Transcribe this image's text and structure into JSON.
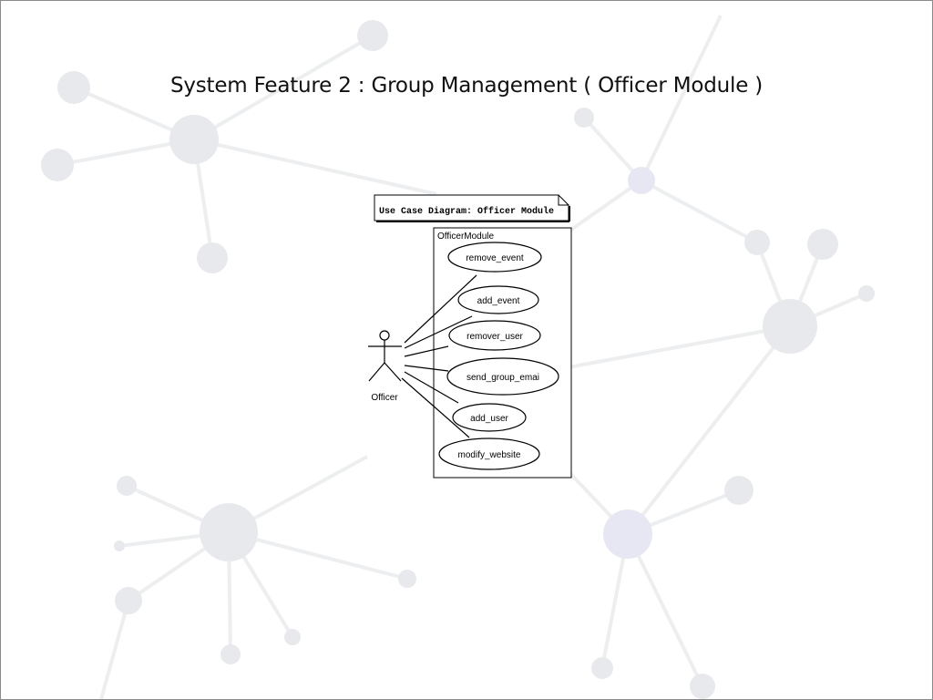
{
  "slide": {
    "title": "System Feature 2 : Group Management ( Officer Module )"
  },
  "diagram": {
    "note_label": "Use Case Diagram: Officer Module",
    "system_boundary_label": "OfficerModule",
    "actor": {
      "label": "Officer",
      "icon": "stick-figure-icon"
    },
    "use_cases": [
      {
        "label": "remove_event"
      },
      {
        "label": "add_event"
      },
      {
        "label": "remover_user"
      },
      {
        "label": "send_group_emai"
      },
      {
        "label": "add_user"
      },
      {
        "label": "modify_website"
      }
    ]
  },
  "colors": {
    "background": "#ffffff",
    "network_node": "#e8e9ed",
    "network_node_accent": "#e6e7f2",
    "network_line": "#eceef0",
    "diagram_stroke": "#000000"
  }
}
